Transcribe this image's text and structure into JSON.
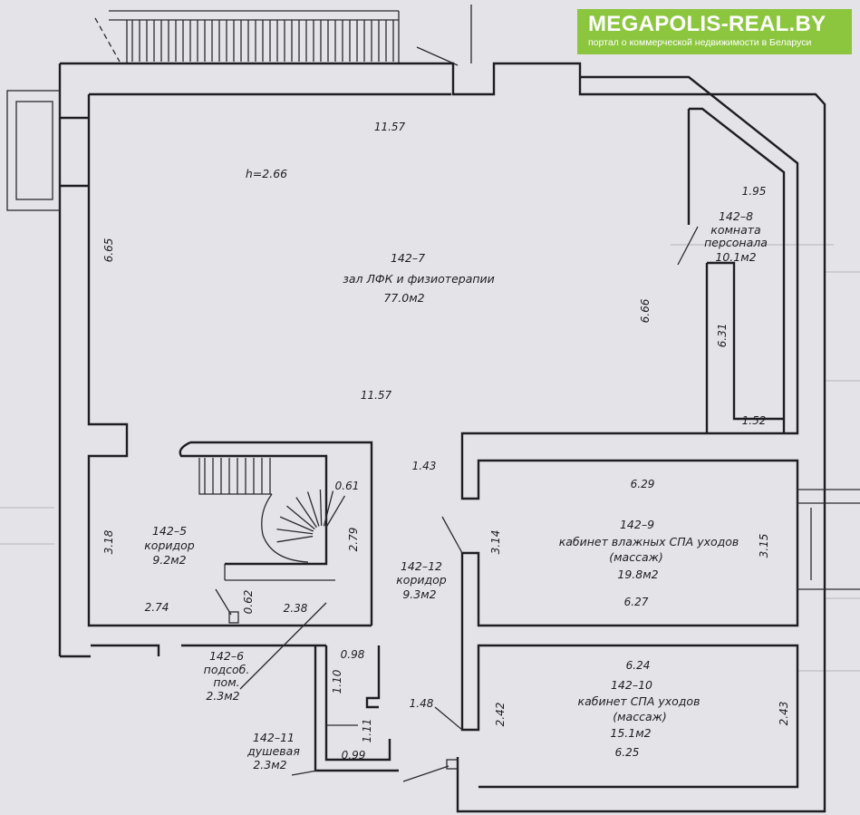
{
  "badge": {
    "title": "MEGAPOLIS-REAL.BY",
    "subtitle": "портал о коммерческой недвижимости в Беларуси"
  },
  "rooms": {
    "r7": {
      "num": "142–7",
      "name": "зал ЛФК и физиотерапии",
      "area": "77.0м2",
      "height": "h=2.66"
    },
    "r8": {
      "num": "142–8",
      "name1": "комната",
      "name2": "персонала",
      "area": "10.1м2"
    },
    "r5": {
      "num": "142–5",
      "name": "коридор",
      "area": "9.2м2"
    },
    "r6": {
      "num": "142–6",
      "name1": "подсоб.",
      "name2": "пом.",
      "area": "2.3м2"
    },
    "r12": {
      "num": "142–12",
      "name": "коридор",
      "area": "9.3м2"
    },
    "r9": {
      "num": "142–9",
      "name": "кабинет влажных СПА уходов",
      "sub": "(массаж)",
      "area": "19.8м2"
    },
    "r10": {
      "num": "142–10",
      "name": "кабинет  СПА уходов",
      "sub": "(массаж)",
      "area": "15.1м2"
    },
    "r11": {
      "num": "142–11",
      "name": "душевая",
      "area": "2.3м2"
    }
  },
  "dims": {
    "top": "11.57",
    "bottom": "11.57",
    "left": "6.65",
    "right": "6.66",
    "r8_top": "1.95",
    "r8_side": "6.31",
    "r8_bottom": "1.52",
    "r5_side": "3.18",
    "r5_bottom": "2.74",
    "r5_stair_top": "0.61",
    "r5_stair_side": "2.79",
    "r5_062": "0.62",
    "r5_238": "2.38",
    "r12_top": "1.43",
    "r12_side": "3.14",
    "r9_top": "6.29",
    "r9_bottom": "6.27",
    "r9_side": "3.15",
    "r10_top": "6.24",
    "r10_bottom": "6.25",
    "r10_left": "2.42",
    "r10_right": "2.43",
    "r11_top": "0.98",
    "r11_bottom": "0.99",
    "r11_left": "1.10",
    "r11_mid": "1.11",
    "r148": "1.48"
  }
}
